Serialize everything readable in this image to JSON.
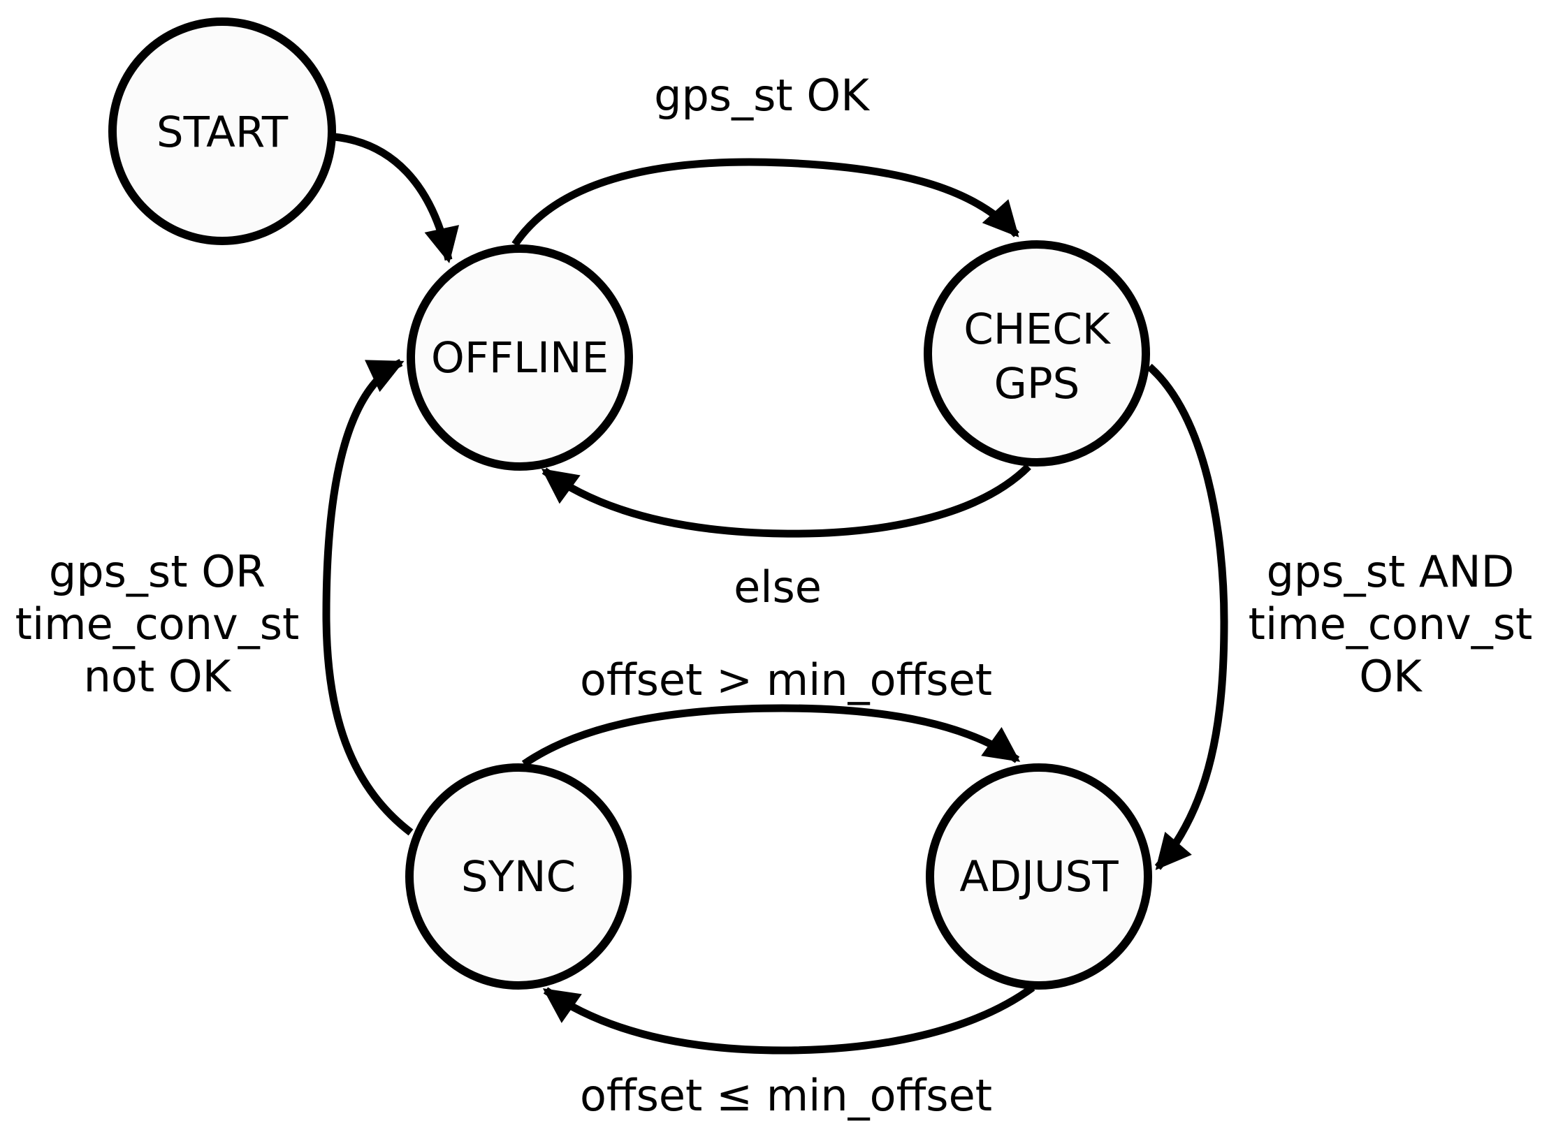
{
  "diagram": {
    "type": "state-machine",
    "colors": {
      "background": "#ffffff",
      "node_fill": "#fbfbfb",
      "stroke": "#000000",
      "text": "#000000"
    },
    "states": {
      "start": {
        "label": "START"
      },
      "offline": {
        "label": "OFFLINE"
      },
      "check_gps": {
        "line1": "CHECK",
        "line2": "GPS"
      },
      "sync": {
        "label": "SYNC"
      },
      "adjust": {
        "label": "ADJUST"
      }
    },
    "transitions": {
      "start_to_offline": {
        "from": "START",
        "to": "OFFLINE",
        "label": ""
      },
      "offline_to_check_gps": {
        "from": "OFFLINE",
        "to": "CHECK GPS",
        "label": "gps_st OK"
      },
      "check_gps_to_offline": {
        "from": "CHECK GPS",
        "to": "OFFLINE",
        "label": "else"
      },
      "check_gps_to_adjust": {
        "from": "CHECK GPS",
        "to": "ADJUST",
        "line1": "gps_st AND",
        "line2": "time_conv_st",
        "line3": "OK"
      },
      "sync_to_adjust": {
        "from": "SYNC",
        "to": "ADJUST",
        "label": "offset > min_offset"
      },
      "adjust_to_sync": {
        "from": "ADJUST",
        "to": "SYNC",
        "label": "offset ≤ min_offset"
      },
      "sync_to_offline": {
        "from": "SYNC",
        "to": "OFFLINE",
        "line1": "gps_st OR",
        "line2": "time_conv_st",
        "line3": "not OK"
      }
    }
  }
}
